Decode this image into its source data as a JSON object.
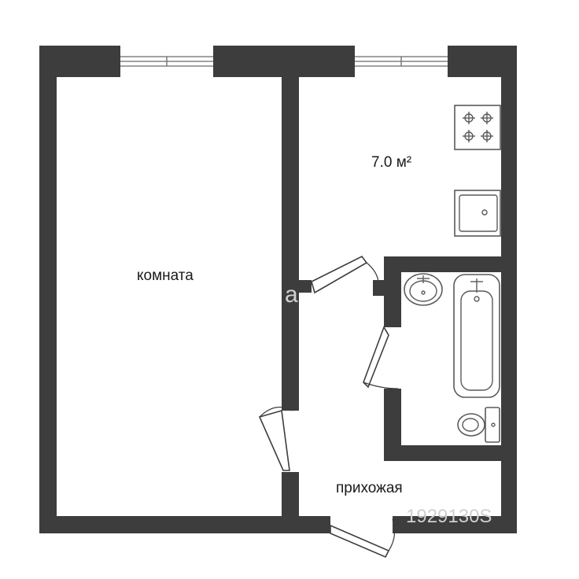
{
  "rooms": {
    "living_room": "комната",
    "kitchen_area": "7.0 м²",
    "hallway": "прихожая"
  },
  "watermark": {
    "id_text": "1929130S",
    "logo_letter": "a"
  },
  "colors": {
    "wall": "#3d3d3d",
    "floor": "#ffffff",
    "fixture_stroke": "#5a5a5a"
  }
}
